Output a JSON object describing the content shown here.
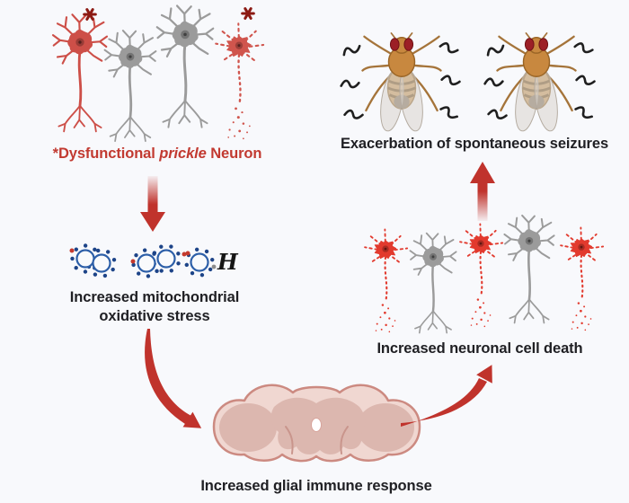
{
  "title": "Dysfunctional prickle neuron seizure pathway diagram",
  "background_color": "#f8f9fc",
  "colors": {
    "label_red": "#c23a31",
    "label_dark": "#202024",
    "arrow_red": "#c0332c",
    "asterisk_red": "#8c1a13",
    "neuron_red_muted": "#cd4f48",
    "neuron_red_bright": "#e23a2e",
    "neuron_gray": "#9b9b9b",
    "ros_circle_blue": "#2d5fa8",
    "ros_dot_blue": "#1d4488",
    "ros_dot_red": "#c43a2e",
    "ros_dot_gray": "#8c8c8c",
    "brain_fill": "#f0d7d1",
    "brain_inner": "#dcb7af",
    "brain_outline": "#cc8a81",
    "fly_body": "#c8883f",
    "fly_eye": "#9c1f26",
    "squiggle_black": "#1f1f1f"
  },
  "panels": {
    "prickle_neurons": {
      "asterisk": "*",
      "label_prefix": "*Dysfunctional ",
      "label_gene": "prickle",
      "label_suffix": " Neuron"
    },
    "oxidative_stress": {
      "label_line1": "Increased mitochondrial",
      "label_line2": "oxidative stress",
      "hydrogen_symbol": "H"
    },
    "glial_response": {
      "label": "Increased glial immune response"
    },
    "neuronal_death": {
      "label": "Increased neuronal cell death"
    },
    "seizures": {
      "label": "Exacerbation of spontaneous seizures"
    }
  }
}
